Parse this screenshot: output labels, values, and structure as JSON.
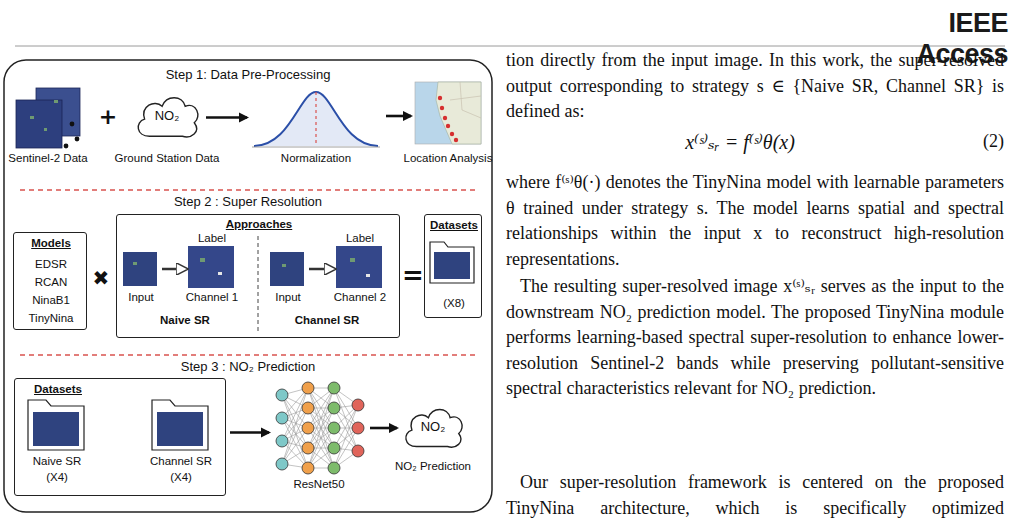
{
  "diagram": {
    "nodes": [
      {
        "text": [
          "Step 1: Data Pre-Processing"
        ]
      },
      {
        "text": [
          "Step 2 : Super Resolution"
        ]
      },
      {
        "text": [
          "Step 3 : NO₂ Prediction"
        ]
      },
      {
        "text": [
          "Sentinel-2 Data"
        ],
        "in": 0
      },
      {
        "text": [
          "NO₂",
          "Ground Station Data"
        ],
        "in": 0
      },
      {
        "text": [
          "Normalization"
        ],
        "in": 0
      },
      {
        "text": [
          "Location Analysis"
        ],
        "in": 0
      },
      {
        "text": [
          "Models",
          "EDSR",
          "RCAN",
          "NinaB1",
          "TinyNina"
        ],
        "in": 1
      },
      {
        "text": [
          "Approaches"
        ],
        "in": 1
      },
      {
        "text": [
          "Input"
        ],
        "in": 8
      },
      {
        "text": [
          "Label",
          "Channel 1"
        ],
        "in": 8
      },
      {
        "text": [
          "Input"
        ],
        "in": 8
      },
      {
        "text": [
          "Label",
          "Channel 2"
        ],
        "in": 8
      },
      {
        "text": [
          "Datasets",
          "(X8)"
        ],
        "in": 1
      },
      {
        "text": [
          "Datasets"
        ],
        "in": 2
      },
      {
        "text": [
          "Naive SR",
          "(X4)"
        ],
        "in": 14
      },
      {
        "text": [
          "Channel SR",
          "(X4)"
        ],
        "in": 14
      },
      {
        "text": [
          "ResNet50"
        ],
        "in": 2
      },
      {
        "text": [
          "NO₂",
          "NO₂ Prediction"
        ],
        "in": 2
      }
    ],
    "edges": [
      {
        "from": 4,
        "to": 5,
        "arrow": "to"
      },
      {
        "from": 5,
        "to": 6,
        "arrow": "to"
      },
      {
        "from": 9,
        "to": 10,
        "arrow": "to"
      },
      {
        "from": 11,
        "to": 12,
        "arrow": "to"
      },
      {
        "from": 14,
        "to": 17,
        "arrow": "to"
      },
      {
        "from": 17,
        "to": 18,
        "arrow": "to"
      }
    ],
    "labels": [
      "IEEE Access",
      "+",
      "✖",
      "Naive SR",
      "Channel SR",
      "=",
      "tion directly from the input image. In this work, the super-resolved output corresponding to strategy s ∈ {Naive SR, Channel SR} is defined as:",
      "x⁽ˢ⁾ₛᵣ = f⁽ˢ⁾θ(x)",
      "(2)",
      "where f⁽ˢ⁾θ(·) denotes the TinyNina model with learnable parameters θ trained under strategy s. The model learns spatial and spectral relationships within the input x to reconstruct high-resolution representations.",
      "The resulting super-resolved image x⁽ˢ⁾ₛᵣ serves as the input to the downstream NO₂ prediction model. The proposed TinyNina module performs learning-based spectral super-resolution to enhance lower-resolution Sentinel-2 bands while preserving pollutant-sensitive spectral characteristics relevant for NO₂ prediction.",
      "Our super-resolution framework is centered on the proposed TinyNina architecture, which is specifically optimized"
    ]
  }
}
